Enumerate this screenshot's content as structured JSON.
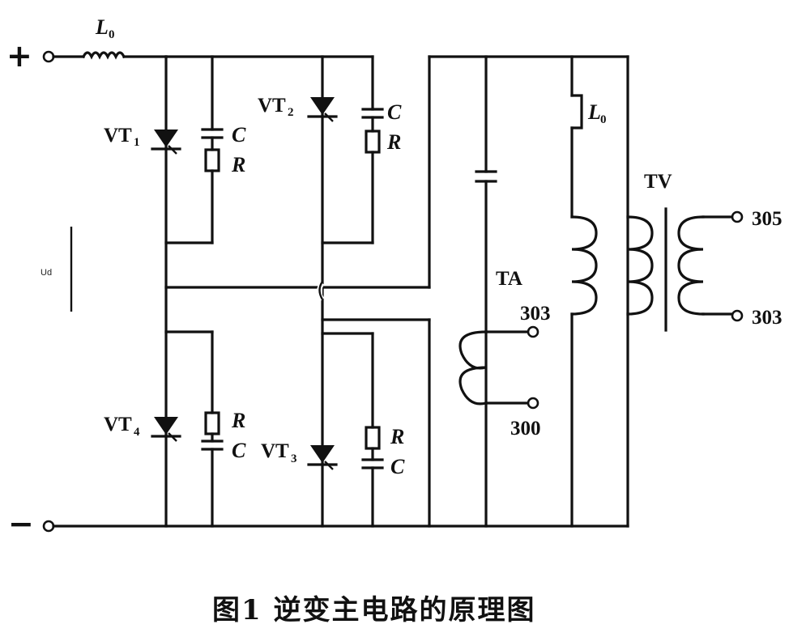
{
  "caption": "图1  逆变主电路的原理图",
  "terminals": {
    "positive": "+",
    "negative": "−",
    "out_305": "305",
    "out_303_tv": "303",
    "out_303_ta": "303",
    "out_300": "300"
  },
  "labels": {
    "L0_input": "L",
    "L0_input_sub": "0",
    "L0_output": "L",
    "L0_output_sub": "0",
    "TA": "TA",
    "TV": "TV",
    "Ud": "Ud"
  },
  "thyristors": [
    {
      "name": "VT",
      "sub": "1"
    },
    {
      "name": "VT",
      "sub": "2"
    },
    {
      "name": "VT",
      "sub": "3"
    },
    {
      "name": "VT",
      "sub": "4"
    }
  ],
  "snubbers": {
    "c_label": "C",
    "r_label": "R"
  }
}
